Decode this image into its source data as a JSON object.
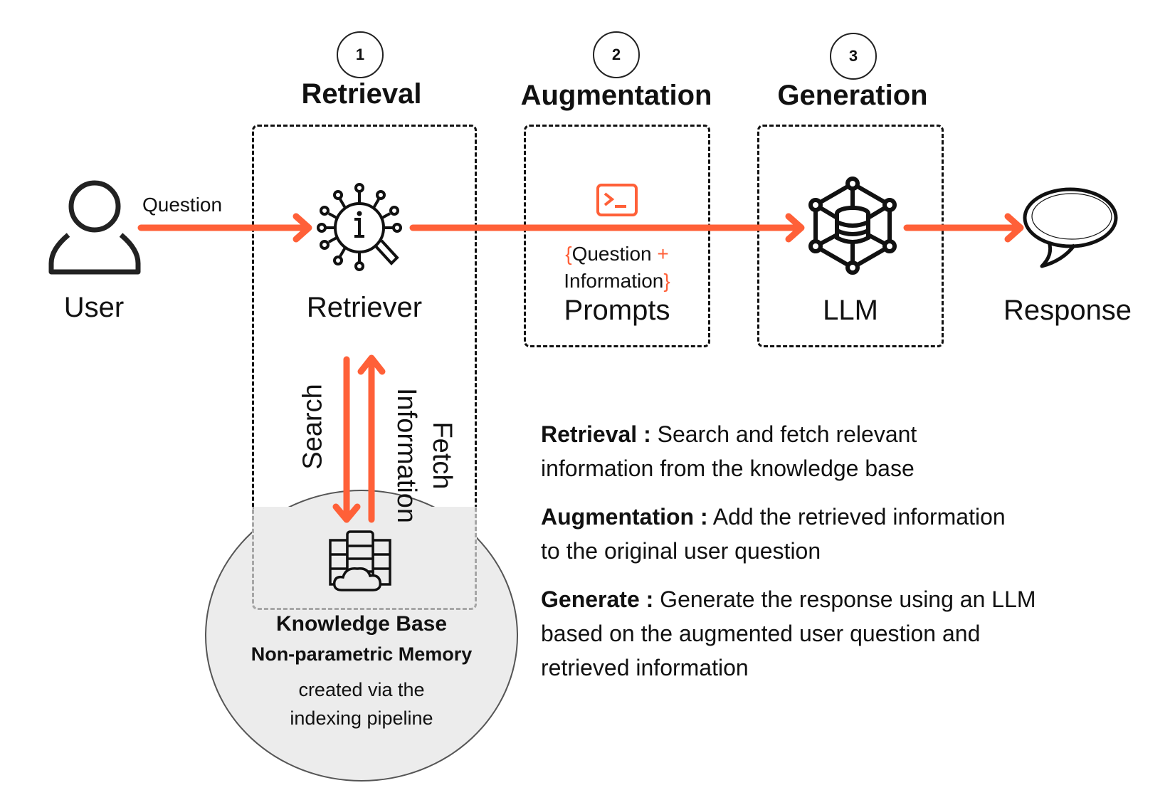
{
  "colors": {
    "accent": "#FF6038",
    "ink": "#111111",
    "kb_fill": "#ECECEC",
    "kb_dash": "#A6A6A6"
  },
  "stages": [
    {
      "number": "1",
      "title": "Retrieval"
    },
    {
      "number": "2",
      "title": "Augmentation"
    },
    {
      "number": "3",
      "title": "Generation"
    }
  ],
  "nodes": {
    "user": {
      "label": "User",
      "icon": "user-icon"
    },
    "retriever": {
      "label": "Retriever",
      "icon": "info-search-icon"
    },
    "prompts": {
      "label": "Prompts",
      "icon": "terminal-icon",
      "brace_open": "{",
      "line1": "Question ",
      "plus": "+",
      "line2": "Information",
      "brace_close": "}"
    },
    "llm": {
      "label": "LLM",
      "icon": "database-network-icon"
    },
    "response": {
      "label": "Response",
      "icon": "speech-bubble-icon"
    }
  },
  "edges": {
    "question": "Question",
    "search": "Search",
    "fetch_line1": "Fetch",
    "fetch_line2": "Information"
  },
  "knowledge_base": {
    "title": "Knowledge Base",
    "subtitle": "Non-parametric Memory",
    "note_line1": "created via the",
    "note_line2": "indexing pipeline",
    "icon": "server-cloud-icon"
  },
  "descriptions": [
    {
      "term": "Retrieval :",
      "text_line1": "Search and fetch relevant",
      "text_line2": "information from the knowledge base"
    },
    {
      "term": "Augmentation :",
      "text_line1": "Add the retrieved information",
      "text_line2": "to the original user question"
    },
    {
      "term": "Generate :",
      "text_line1": "Generate the response using an LLM",
      "text_line2": "based on the augmented user question and",
      "text_line3": "retrieved information"
    }
  ]
}
